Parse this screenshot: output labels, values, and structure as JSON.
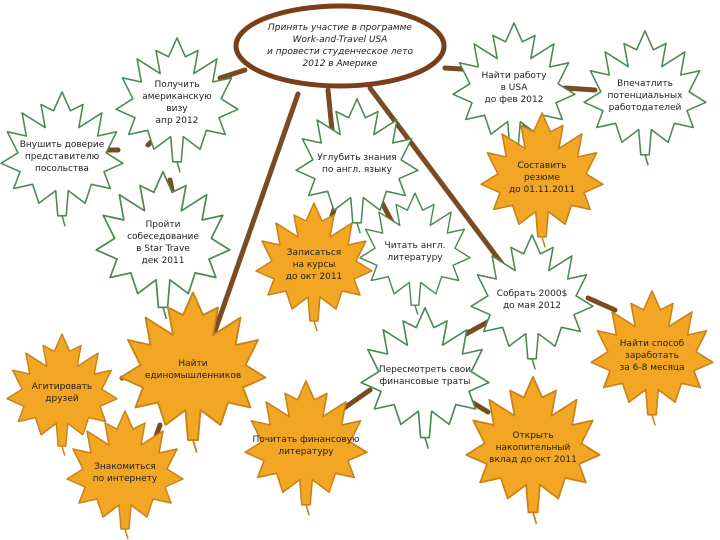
{
  "goal": {
    "text": "Принять участие в программе\nWork-and-Travel USA\nи провести студенческое лето\n2012 в Америке"
  },
  "colors": {
    "ellipse": "#7a3f18",
    "branch": "#7a4a22",
    "leaf_white_fill": "#ffffff",
    "leaf_white_stroke": "#4d8a52",
    "leaf_orange_fill": "#f2a623",
    "leaf_orange_stroke": "#c8821a"
  },
  "leaves": [
    {
      "id": "visa",
      "kind": "white",
      "text": "Получить\nамериканскую\nвизу\nапр 2012"
    },
    {
      "id": "embassy",
      "kind": "white",
      "text": "Внушить доверие\nпредставителю\nпосольства"
    },
    {
      "id": "interview",
      "kind": "white",
      "text": "Пройти\nсобеседование\nв Star Trave\nдек 2011"
    },
    {
      "id": "find-job",
      "kind": "white",
      "text": "Найти работу\nв USA\nдо фев 2012"
    },
    {
      "id": "impress",
      "kind": "white",
      "text": "Впечатлить\nпотенциальных\nработодателей"
    },
    {
      "id": "resume",
      "kind": "orange",
      "text": "Составить\nрезюме\nдо 01.11.2011"
    },
    {
      "id": "english",
      "kind": "white",
      "text": "Углубить знания\nпо англ. языку"
    },
    {
      "id": "courses",
      "kind": "orange",
      "text": "Записаться\nна курсы\nдо окт 2011"
    },
    {
      "id": "literature",
      "kind": "white",
      "text": "Читать англ.\nлитературу"
    },
    {
      "id": "save-money",
      "kind": "white",
      "text": "Собрать 2000$\nдо мая 2012"
    },
    {
      "id": "earn",
      "kind": "orange",
      "text": "Найти способ\nзаработать\nза 6-8 месяца"
    },
    {
      "id": "review-finance",
      "kind": "white",
      "text": "Пересмотреть свои\nфинансовые траты"
    },
    {
      "id": "deposit",
      "kind": "orange",
      "text": "Открыть\nнакопительный\nвклад до окт 2011"
    },
    {
      "id": "finance-lit",
      "kind": "orange",
      "text": "Почитать финансовую\nлитературу"
    },
    {
      "id": "like-minded",
      "kind": "orange",
      "text": "Найти\nединомышленников"
    },
    {
      "id": "agitate",
      "kind": "orange",
      "text": "Агитировать\nдрузей"
    },
    {
      "id": "meet-online",
      "kind": "orange",
      "text": "Знакомиться\nпо интернету"
    }
  ]
}
